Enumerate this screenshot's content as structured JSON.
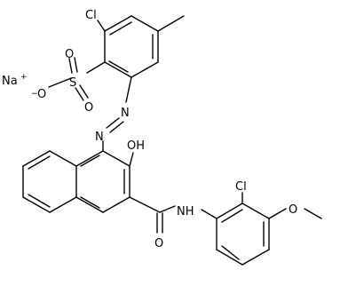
{
  "molecule": {
    "counterion": {
      "symbol": "Na",
      "charge": "+"
    },
    "labels": {
      "cl_top": "Cl",
      "sulfur": "S",
      "o_left": "O",
      "o_left_charge": "−",
      "o_top": "O",
      "o_right": "O",
      "n_azo_upper": "N",
      "n_azo_lower": "N",
      "hydroxy": "OH",
      "amide_nh": "NH",
      "amide_o": "O",
      "cl_bottom": "Cl",
      "methoxy_o": "O"
    }
  }
}
